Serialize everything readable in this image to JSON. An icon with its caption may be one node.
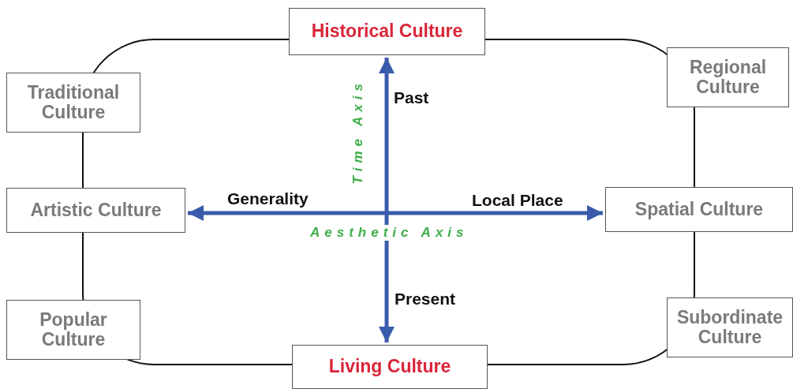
{
  "diagram": {
    "nodes": [
      {
        "text": [
          "Historical Culture"
        ]
      },
      {
        "text": [
          "Traditional Culture"
        ]
      },
      {
        "text": [
          "Regional Culture"
        ]
      },
      {
        "text": [
          "Artistic Culture"
        ]
      },
      {
        "text": [
          "Spatial Culture"
        ]
      },
      {
        "text": [
          "Popular Culture"
        ]
      },
      {
        "text": [
          "Subordinate Culture"
        ]
      },
      {
        "text": [
          "Living Culture"
        ]
      }
    ],
    "edges": [
      {
        "from": null,
        "to": 0,
        "arrow": "to",
        "label": "Past"
      },
      {
        "from": null,
        "to": 7,
        "arrow": "to",
        "label": "Present"
      },
      {
        "from": null,
        "to": 3,
        "arrow": "to",
        "label": "Generality"
      },
      {
        "from": null,
        "to": 4,
        "arrow": "to",
        "label": "Local Place"
      }
    ],
    "labels": [
      "Time Axis",
      "Aesthetic Axis"
    ]
  }
}
